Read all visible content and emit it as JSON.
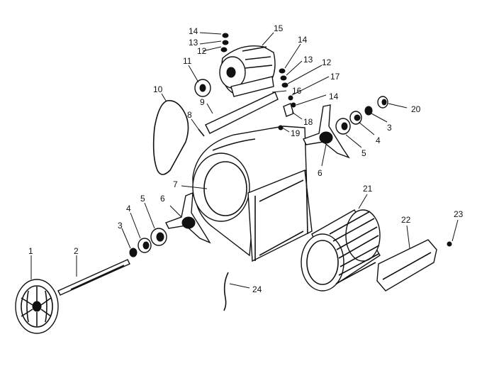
{
  "labels": {
    "n1": "1",
    "n2": "2",
    "n3a": "3",
    "n4a": "4",
    "n5a": "5",
    "n6a": "6",
    "n7": "7",
    "n8": "8",
    "n9": "9",
    "n10": "10",
    "n11": "11",
    "n12a": "12",
    "n13a": "13",
    "n14a": "14",
    "n15": "15",
    "n14b": "14",
    "n13b": "13",
    "n12b": "12",
    "n17": "17",
    "n16": "16",
    "n14c": "14",
    "n18": "18",
    "n19": "19",
    "n20": "20",
    "n3b": "3",
    "n4b": "4",
    "n5b": "5",
    "n6b": "6",
    "n21": "21",
    "n22": "22",
    "n23": "23",
    "n24": "24"
  },
  "colors": {
    "ink": "#111111",
    "background": "#ffffff"
  }
}
